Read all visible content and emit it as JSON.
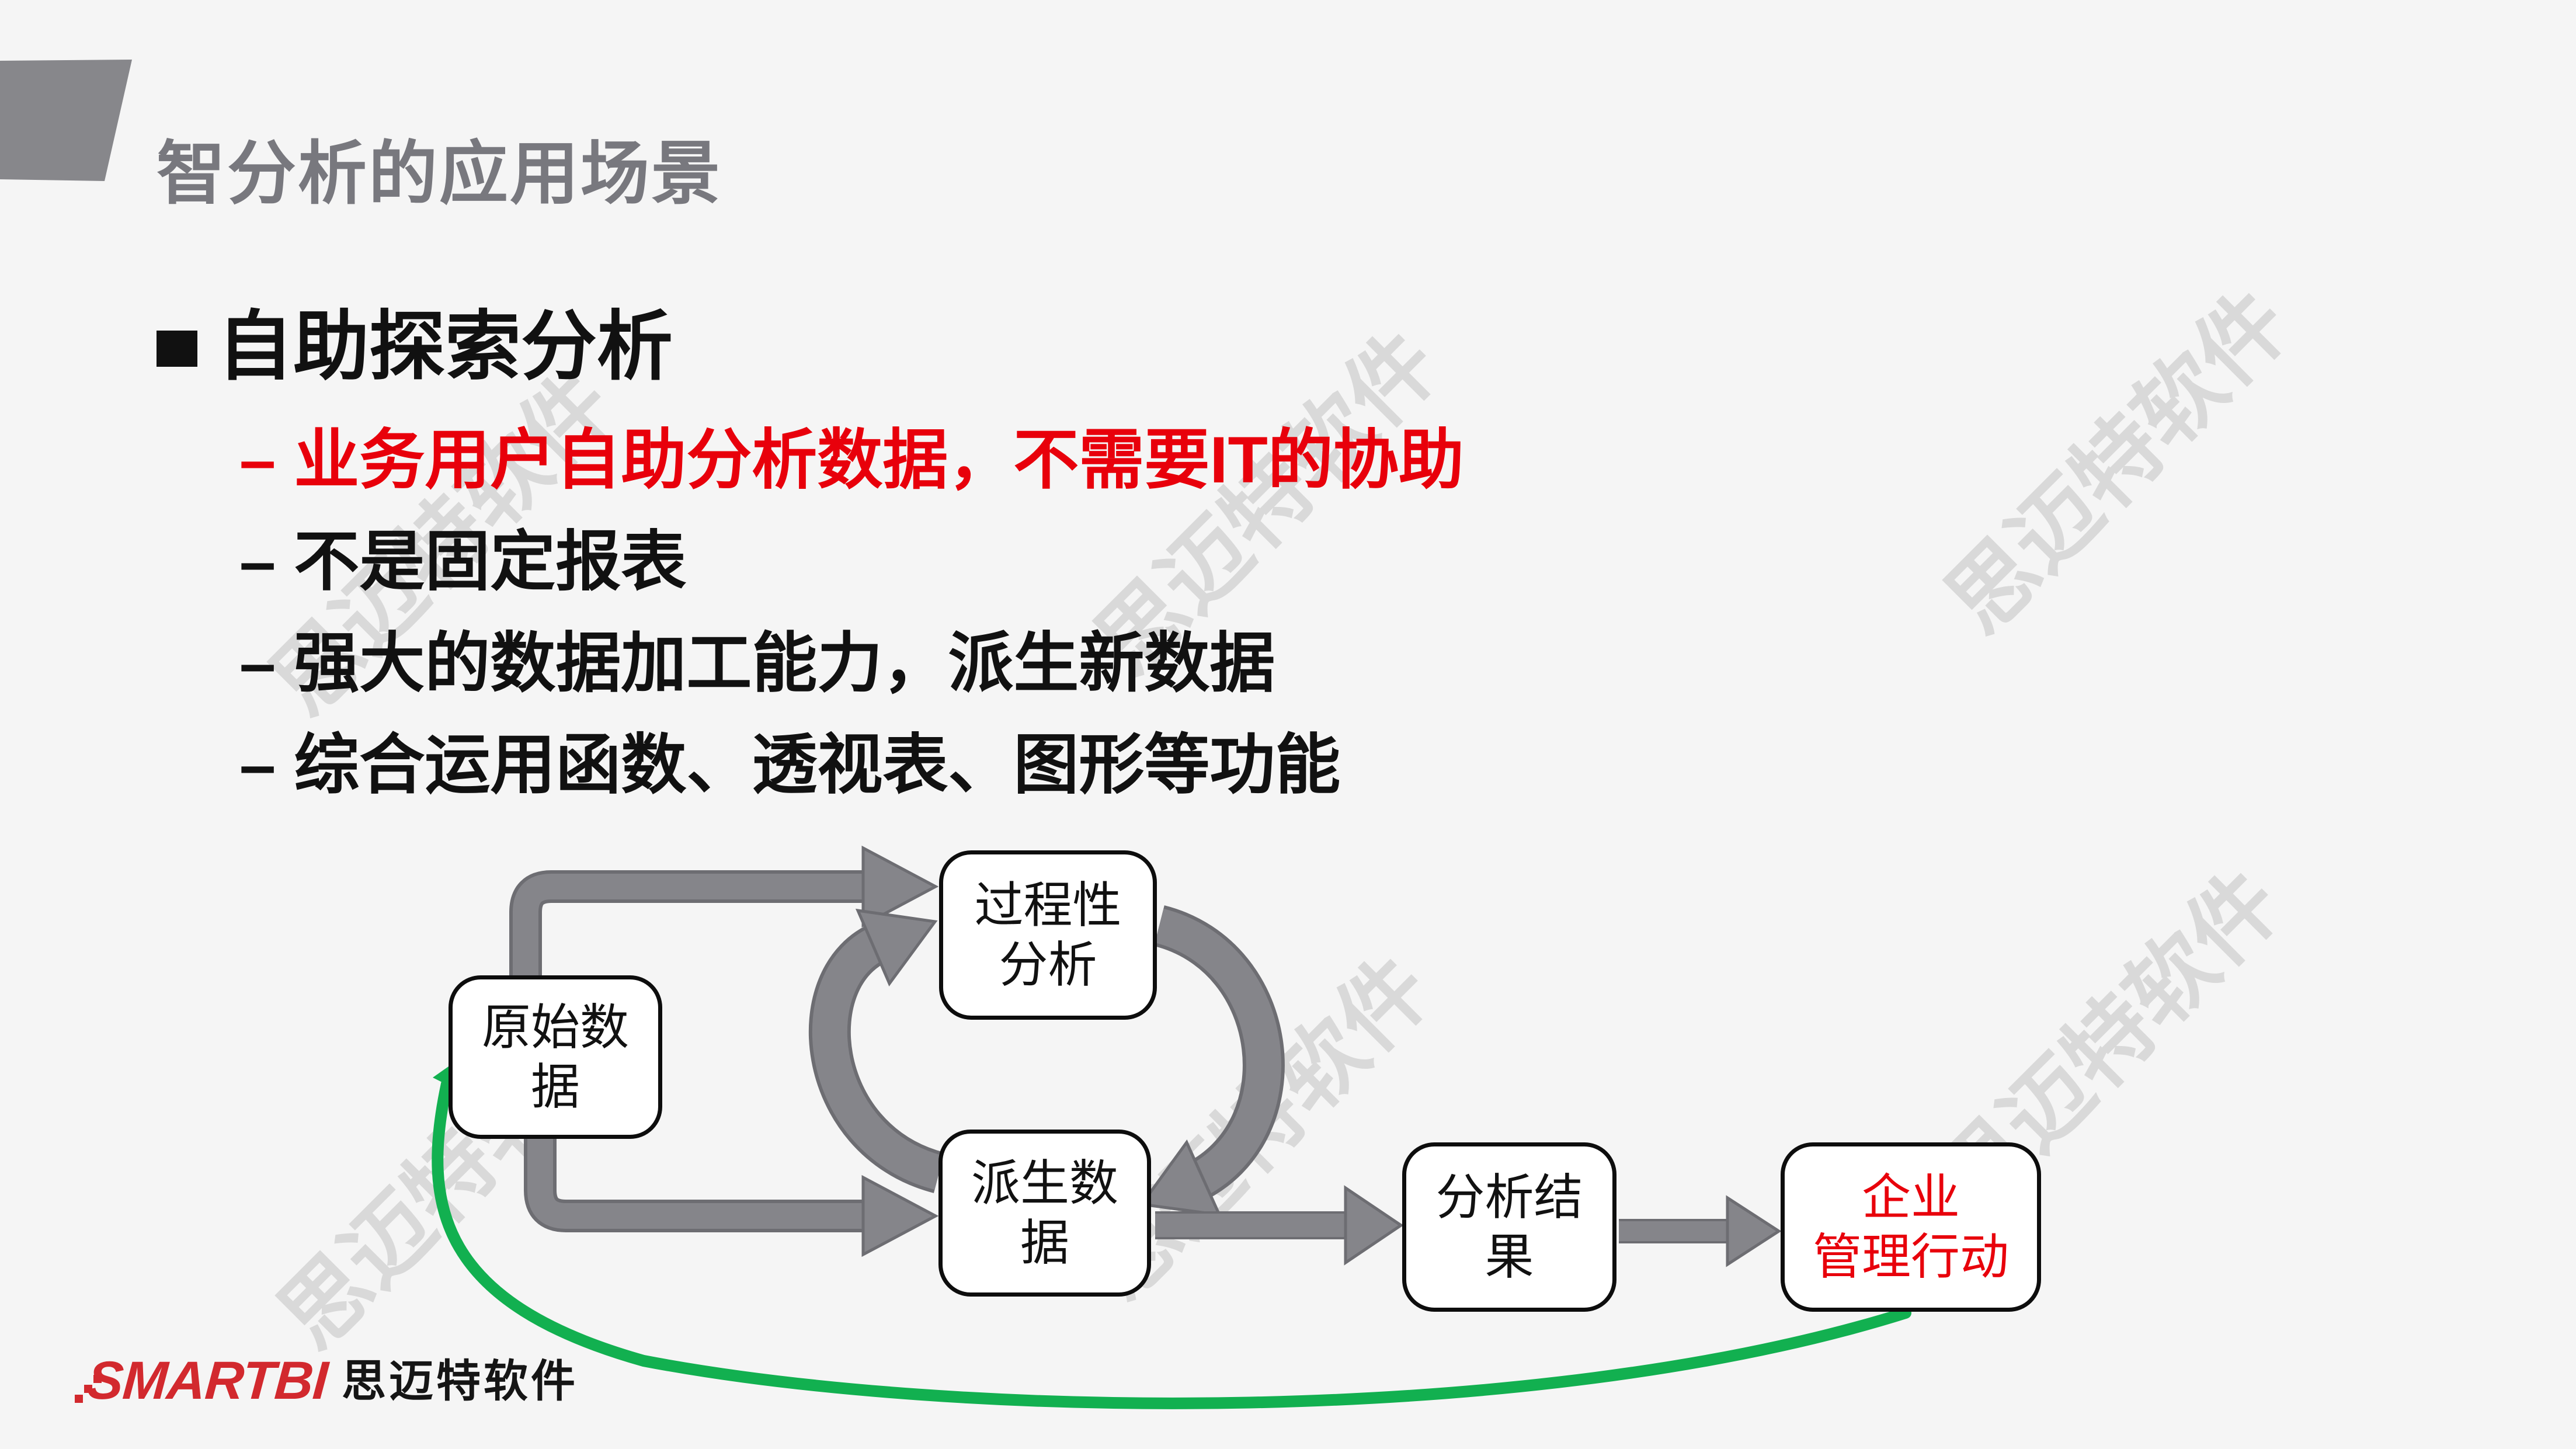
{
  "header": {
    "title": "智分析的应用场景"
  },
  "content": {
    "section_title": "自助探索分析",
    "bullets": [
      {
        "text": "– 业务用户自助分析数据，不需要IT的协助",
        "color": "#e8000b"
      },
      {
        "text": "– 不是固定报表",
        "color": "#111111"
      },
      {
        "text": "– 强大的数据加工能力，派生新数据",
        "color": "#111111"
      },
      {
        "text": "– 综合运用函数、透视表、图形等功能",
        "color": "#111111"
      }
    ]
  },
  "watermark": {
    "text": "思迈特软件"
  },
  "diagram": {
    "boxes": [
      {
        "id": "raw-data",
        "line1": "原始数",
        "line2": "据",
        "text_color": "#111111"
      },
      {
        "id": "process",
        "line1": "过程性",
        "line2": "分析",
        "text_color": "#111111"
      },
      {
        "id": "derived-data",
        "line1": "派生数",
        "line2": "据",
        "text_color": "#111111"
      },
      {
        "id": "result",
        "line1": "分析结",
        "line2": "果",
        "text_color": "#111111"
      },
      {
        "id": "action",
        "line1": "企业",
        "line2": "管理行动",
        "text_color": "#e8000b"
      }
    ]
  },
  "footer": {
    "brand": "SMARTBI",
    "brand_cn": "思迈特软件"
  },
  "colors": {
    "background": "#f5f5f5",
    "accent_gray": "#87878b",
    "title_gray": "#78787e",
    "text_black": "#111111",
    "text_red": "#e8000b",
    "arrow_gray": "#85858a",
    "arrow_edge": "#6d6d72",
    "green": "#12b050",
    "watermark_gray": "#8c8c8c",
    "logo_red": "#d2292e",
    "box_border": "#0d0d0d"
  }
}
